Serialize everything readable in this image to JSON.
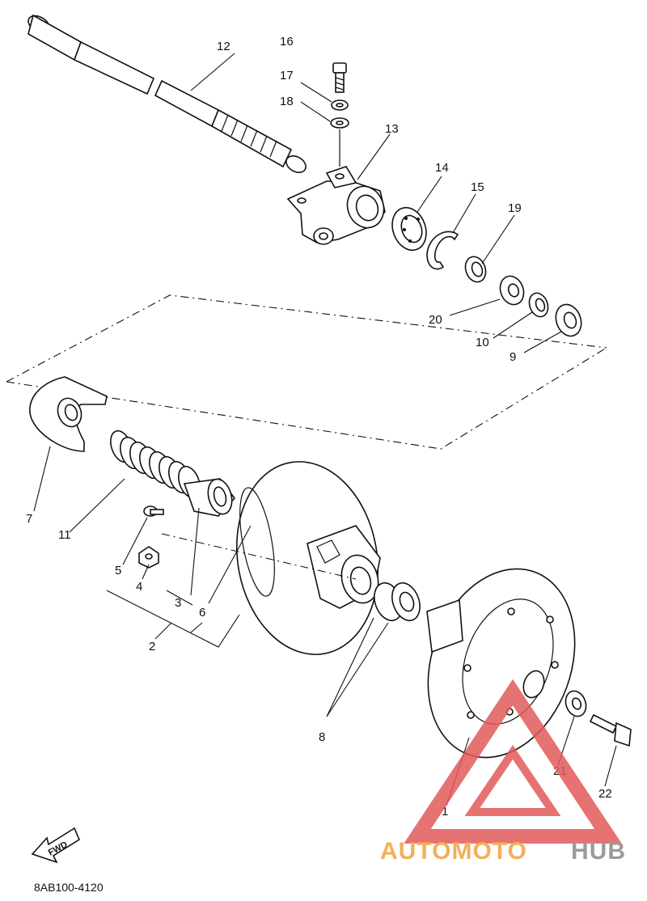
{
  "diagram": {
    "callouts": [
      "1",
      "2",
      "3",
      "4",
      "5",
      "6",
      "7",
      "8",
      "9",
      "10",
      "11",
      "12",
      "13",
      "14",
      "15",
      "16",
      "17",
      "18",
      "19",
      "20",
      "21",
      "22"
    ],
    "fwd_label": "FWD",
    "drawing_code": "8AB100-4120",
    "watermark": {
      "part1": "AUTOMOTO",
      "part2": "HUB",
      "color_orange": "#f2a23c",
      "color_gray": "#8a8a8a",
      "color_red": "#e25a5a"
    }
  }
}
